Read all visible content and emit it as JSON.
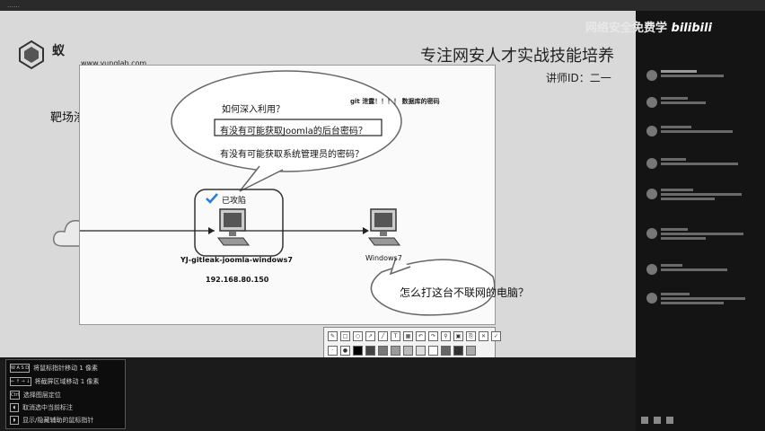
{
  "window": {
    "title": "……"
  },
  "watermark": {
    "text": "网络安全免费学",
    "brand": "bilibili"
  },
  "slide": {
    "logo_text": "蚁",
    "logo_url": "www.yunglab.com",
    "slogan": "专注网安人才实战技能培养",
    "lecturer": "讲师ID：二一",
    "left_title": "靶场渗透 – 深入攻击"
  },
  "diagram": {
    "bubble_lines": [
      "如何深入利用？",
      "有没有可能获取Joomla的后台密码？",
      "有没有可能获取系统管理员的密码？"
    ],
    "note": "git 泄露！！！！  数据库的密码",
    "compromised_label": "已攻陷",
    "host1_name": "YJ-gitleak-joomla-windows7",
    "host1_ip": "192.168.80.150",
    "host2_name": "Windows7",
    "bubble2_text": "怎么打这台不联网的电脑？"
  },
  "shortcuts": [
    {
      "keys": "W A S D",
      "label": "将鼠标指针移动 1 像素"
    },
    {
      "keys": "← ↑ → ↓",
      "label": "将截屏区域移动 1 像素"
    },
    {
      "keys": "Ctrl",
      "label": "选择图层定位"
    },
    {
      "keys": "",
      "label": "取消选中当前标注"
    },
    {
      "keys": "",
      "label": "显示/隐藏辅助的鼠标指针"
    }
  ],
  "colors": {
    "accent_check": "#2a7bd8"
  }
}
